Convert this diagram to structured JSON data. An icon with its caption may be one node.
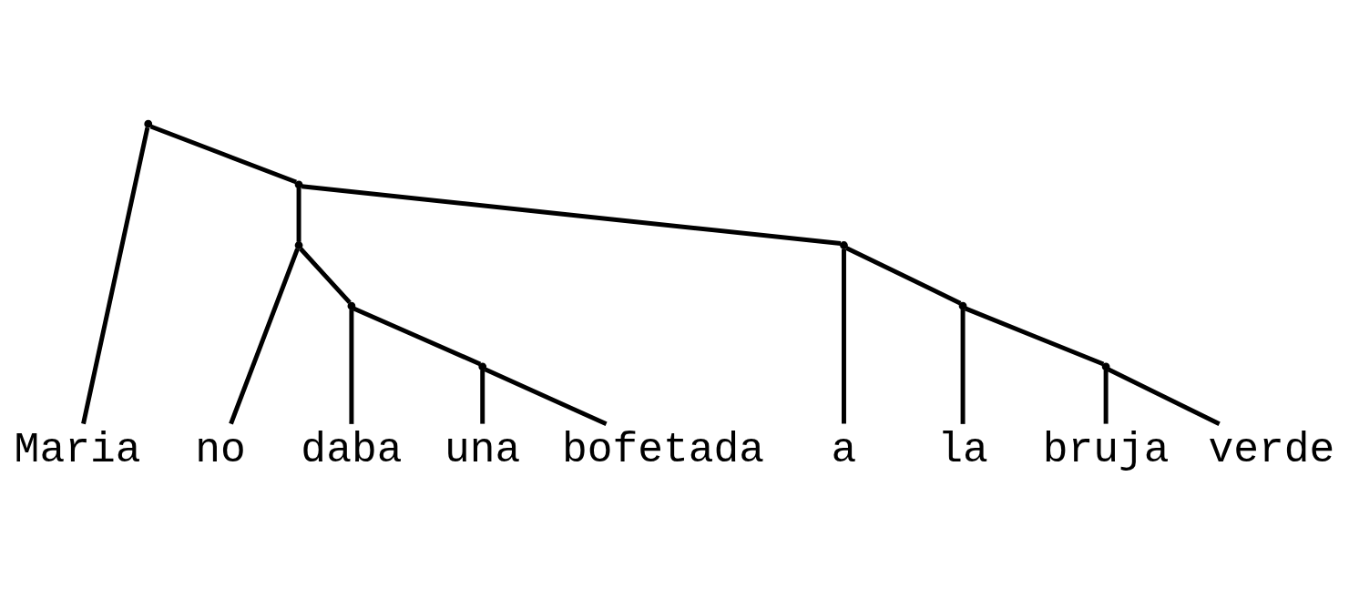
{
  "diagram": {
    "nodes": [
      {
        "text": [],
        "shape": "point"
      },
      {
        "text": [],
        "shape": "point"
      },
      {
        "text": [],
        "shape": "point"
      },
      {
        "text": [],
        "shape": "point"
      },
      {
        "text": [],
        "shape": "point"
      },
      {
        "text": [],
        "shape": "point"
      },
      {
        "text": [],
        "shape": "point"
      },
      {
        "text": [],
        "shape": "point"
      },
      {
        "text": [
          "Maria"
        ]
      },
      {
        "text": [
          "no"
        ]
      },
      {
        "text": [
          "daba"
        ]
      },
      {
        "text": [
          "una"
        ]
      },
      {
        "text": [
          "bofetada"
        ]
      },
      {
        "text": [
          "a"
        ]
      },
      {
        "text": [
          "la"
        ]
      },
      {
        "text": [
          "bruja"
        ]
      },
      {
        "text": [
          "verde"
        ]
      }
    ],
    "edges": [
      {
        "from": 0,
        "to": 8,
        "arrow": "none"
      },
      {
        "from": 0,
        "to": 1,
        "arrow": "none"
      },
      {
        "from": 1,
        "to": 2,
        "arrow": "none"
      },
      {
        "from": 1,
        "to": 3,
        "arrow": "none"
      },
      {
        "from": 2,
        "to": 9,
        "arrow": "none"
      },
      {
        "from": 2,
        "to": 4,
        "arrow": "none"
      },
      {
        "from": 4,
        "to": 10,
        "arrow": "none"
      },
      {
        "from": 4,
        "to": 6,
        "arrow": "none"
      },
      {
        "from": 6,
        "to": 11,
        "arrow": "none"
      },
      {
        "from": 6,
        "to": 12,
        "arrow": "none"
      },
      {
        "from": 3,
        "to": 13,
        "arrow": "none"
      },
      {
        "from": 3,
        "to": 5,
        "arrow": "none"
      },
      {
        "from": 5,
        "to": 14,
        "arrow": "none"
      },
      {
        "from": 5,
        "to": 7,
        "arrow": "none"
      },
      {
        "from": 7,
        "to": 15,
        "arrow": "none"
      },
      {
        "from": 7,
        "to": 16,
        "arrow": "none"
      }
    ]
  }
}
